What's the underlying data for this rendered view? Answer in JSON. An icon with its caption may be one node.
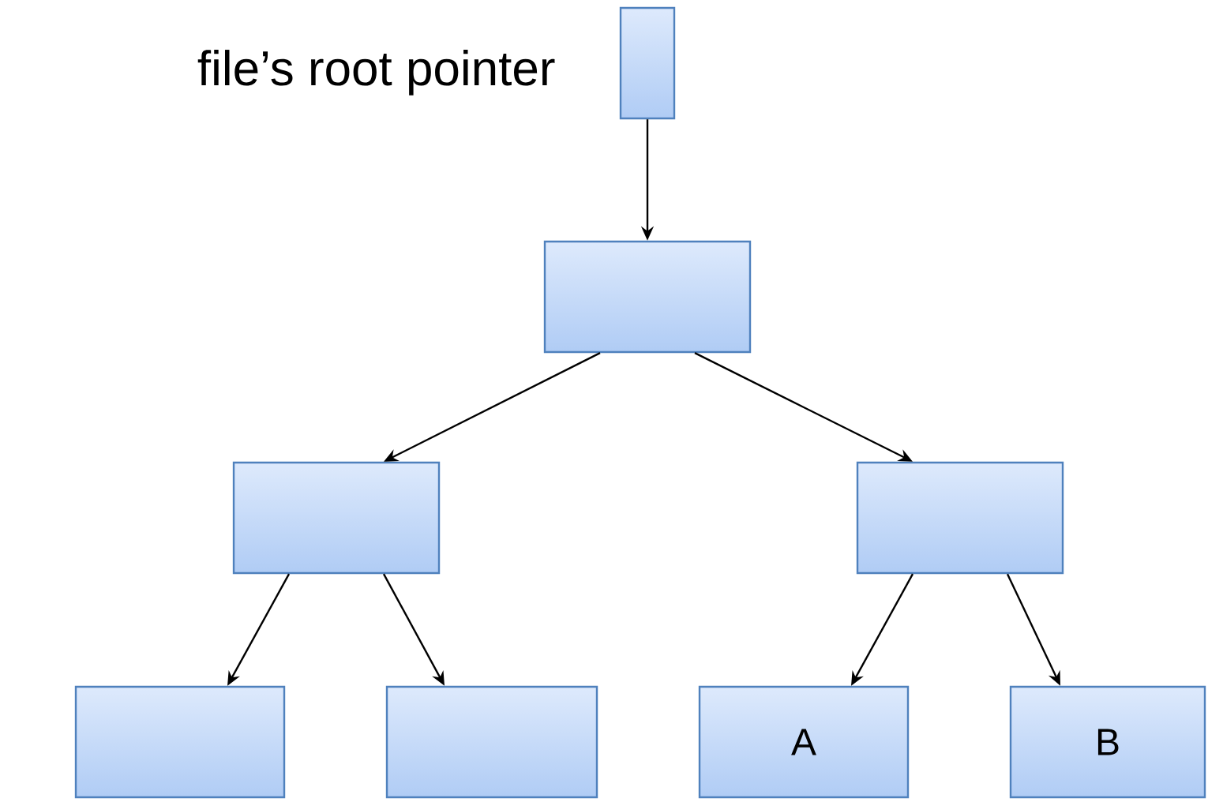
{
  "diagram": {
    "nodes": [
      {
        "text": [],
        "shape": "box",
        "beside": [
          "file’s root pointer"
        ]
      },
      {
        "text": [],
        "shape": "box"
      },
      {
        "text": [],
        "shape": "box"
      },
      {
        "text": [],
        "shape": "box"
      },
      {
        "text": [],
        "shape": "box"
      },
      {
        "text": [],
        "shape": "box"
      },
      {
        "text": [
          "A"
        ]
      },
      {
        "text": [
          "B"
        ]
      }
    ],
    "edges": [
      {
        "from": 0,
        "to": 1,
        "arrow": "to"
      },
      {
        "from": 1,
        "to": 2,
        "arrow": "to"
      },
      {
        "from": 1,
        "to": 3,
        "arrow": "to"
      },
      {
        "from": 2,
        "to": 4,
        "arrow": "to"
      },
      {
        "from": 2,
        "to": 5,
        "arrow": "to"
      },
      {
        "from": 3,
        "to": 6,
        "arrow": "to"
      },
      {
        "from": 3,
        "to": 7,
        "arrow": "to"
      }
    ]
  }
}
